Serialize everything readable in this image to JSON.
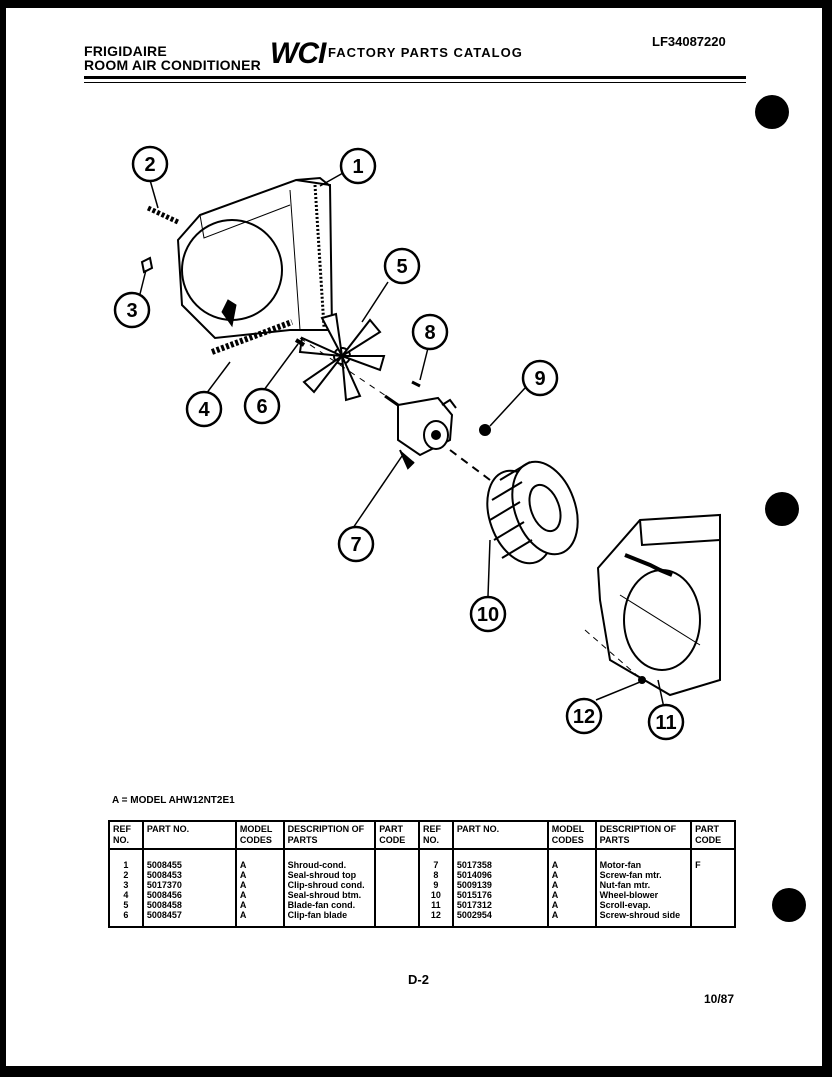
{
  "header": {
    "brand_line1": "FRIGIDAIRE",
    "brand_line2": "ROOM AIR CONDITIONER",
    "logo": "WCI",
    "catalog_title": "FACTORY PARTS CATALOG",
    "catalog_code": "LF34087220"
  },
  "callouts": [
    "1",
    "2",
    "3",
    "4",
    "5",
    "6",
    "7",
    "8",
    "9",
    "10",
    "11",
    "12"
  ],
  "model_note": "A = MODEL AHW12NT2E1",
  "table": {
    "headers_left": [
      "REF NO.",
      "PART NO.",
      "MODEL CODES",
      "DESCRIPTION OF PARTS",
      "PART CODE"
    ],
    "headers_right": [
      "REF NO.",
      "PART NO.",
      "MODEL CODES",
      "DESCRIPTION OF PARTS",
      "PART CODE"
    ],
    "rows": [
      {
        "l_ref": "1",
        "l_part": "5008455",
        "l_model": "A",
        "l_desc": "Shroud-cond.",
        "l_code": "",
        "r_ref": "7",
        "r_part": "5017358",
        "r_model": "A",
        "r_desc": "Motor-fan",
        "r_code": "F"
      },
      {
        "l_ref": "2",
        "l_part": "5008453",
        "l_model": "A",
        "l_desc": "Seal-shroud top",
        "l_code": "",
        "r_ref": "8",
        "r_part": "5014096",
        "r_model": "A",
        "r_desc": "Screw-fan mtr.",
        "r_code": ""
      },
      {
        "l_ref": "3",
        "l_part": "5017370",
        "l_model": "A",
        "l_desc": "Clip-shroud cond.",
        "l_code": "",
        "r_ref": "9",
        "r_part": "5009139",
        "r_model": "A",
        "r_desc": "Nut-fan mtr.",
        "r_code": ""
      },
      {
        "l_ref": "4",
        "l_part": "5008456",
        "l_model": "A",
        "l_desc": "Seal-shroud btm.",
        "l_code": "",
        "r_ref": "10",
        "r_part": "5015176",
        "r_model": "A",
        "r_desc": "Wheel-blower",
        "r_code": ""
      },
      {
        "l_ref": "5",
        "l_part": "5008458",
        "l_model": "A",
        "l_desc": "Blade-fan cond.",
        "l_code": "",
        "r_ref": "11",
        "r_part": "5017312",
        "r_model": "A",
        "r_desc": "Scroll-evap.",
        "r_code": ""
      },
      {
        "l_ref": "6",
        "l_part": "5008457",
        "l_model": "A",
        "l_desc": "Clip-fan blade",
        "l_code": "",
        "r_ref": "12",
        "r_part": "5002954",
        "r_model": "A",
        "r_desc": "Screw-shroud side",
        "r_code": ""
      }
    ]
  },
  "footer": {
    "page_number": "D-2",
    "date": "10/87"
  }
}
